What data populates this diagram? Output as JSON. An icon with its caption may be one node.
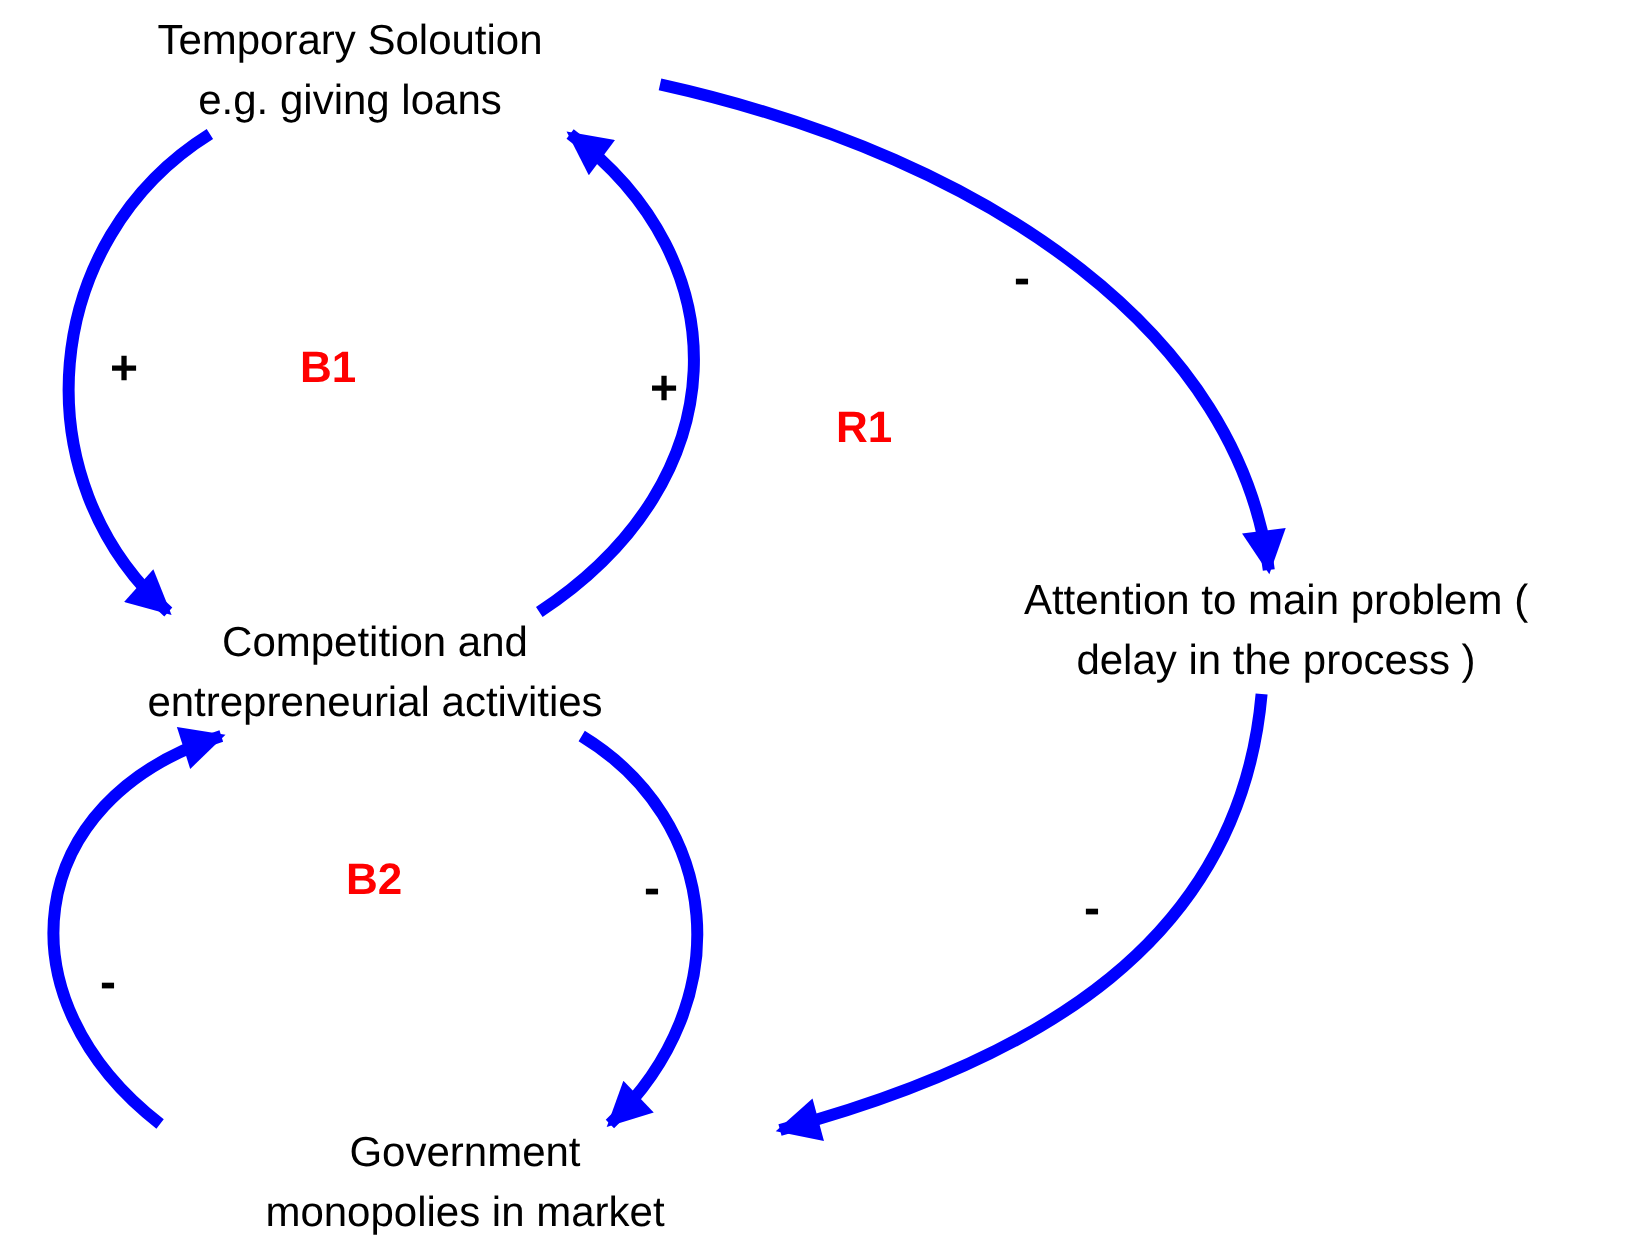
{
  "diagram": {
    "nodes": [
      {
        "text": [
          "Temporary Soloution e.g. giving loans"
        ]
      },
      {
        "text": [
          "Competition and entrepreneurial activities"
        ]
      },
      {
        "text": [
          "Attention to main problem ( delay in the process )"
        ]
      },
      {
        "text": [
          "Government monopolies in market"
        ]
      }
    ],
    "edges": [
      {
        "from": 0,
        "to": 1,
        "arrow": "to",
        "label": "+"
      },
      {
        "from": 1,
        "to": 0,
        "arrow": "to",
        "label": "+"
      },
      {
        "from": 0,
        "to": 2,
        "arrow": "to",
        "label": "-"
      },
      {
        "from": 2,
        "to": 3,
        "arrow": "to",
        "label": "-"
      },
      {
        "from": 1,
        "to": 3,
        "arrow": "to",
        "label": "-"
      },
      {
        "from": 3,
        "to": 1,
        "arrow": "to",
        "label": "-"
      }
    ],
    "labels": [
      "B1",
      "R1",
      "B2"
    ]
  }
}
